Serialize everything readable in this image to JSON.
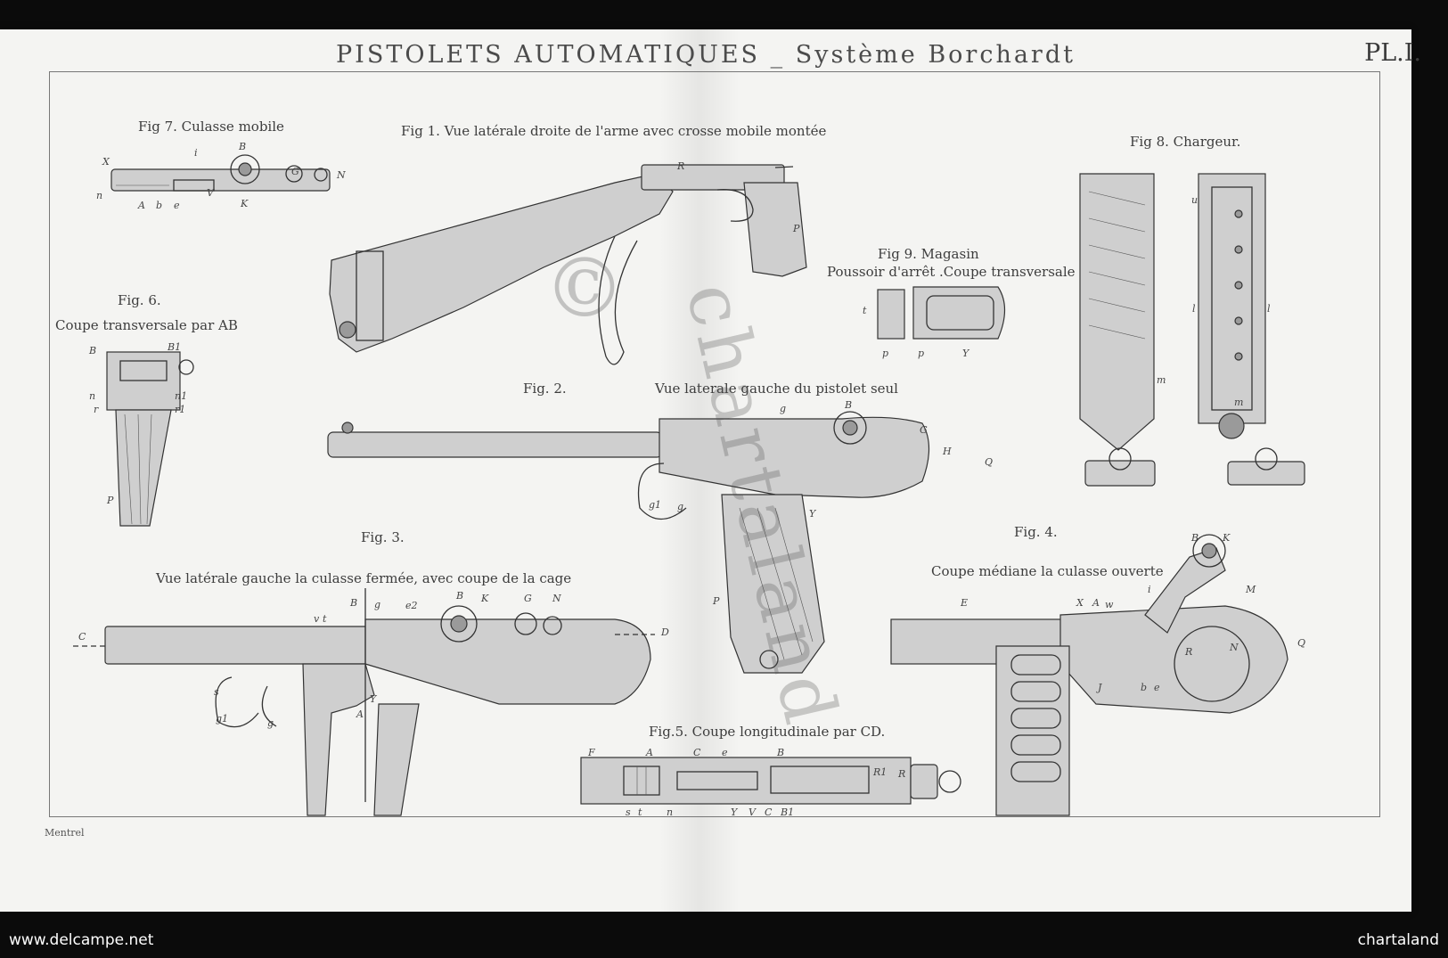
{
  "plate": {
    "title": "PISTOLETS AUTOMATIQUES _ Système Borchardt",
    "plate_number": "PL.I.",
    "signature": "Mentrel"
  },
  "figures": {
    "fig7": "Fig 7. Culasse mobile",
    "fig1": "Fig 1. Vue latérale droite de l'arme avec crosse mobile montée",
    "fig8": "Fig 8. Chargeur.",
    "fig9_title": "Fig 9. Magasin",
    "fig9_sub": "Poussoir d'arrêt .Coupe transversale",
    "fig6_title": "Fig. 6.",
    "fig6_sub": "Coupe transversale par AB",
    "fig2": "Fig. 2.",
    "fig2_caption": "Vue laterale gauche du pistolet seul",
    "fig3": "Fig. 3.",
    "fig3_caption": "Vue latérale gauche la culasse fermée, avec coupe de la cage",
    "fig4": "Fig. 4.",
    "fig4_caption": "Coupe médiane la culasse ouverte",
    "fig5": "Fig.5. Coupe longitudinale par CD."
  },
  "letters": {
    "fig7": [
      "X",
      "i",
      "B",
      "G",
      "N",
      "n",
      "A",
      "b",
      "e",
      "V",
      "K"
    ],
    "fig6": [
      "B",
      "B1",
      "n",
      "r",
      "n1",
      "r1",
      "P"
    ],
    "fig3": [
      "C",
      "B",
      "g",
      "v",
      "t",
      "e2",
      "B",
      "K",
      "G",
      "N",
      "D",
      "s",
      "g1",
      "g",
      "A",
      "Y"
    ],
    "fig4": [
      "B",
      "K",
      "E",
      "X",
      "A",
      "w",
      "i",
      "M",
      "R",
      "N",
      "Q",
      "J",
      "b",
      "e"
    ],
    "fig5": [
      "F",
      "A",
      "C",
      "e",
      "B",
      "R1",
      "R",
      "s",
      "t",
      "n",
      "Y",
      "V",
      "C",
      "B1"
    ],
    "fig1": [
      "R",
      "P"
    ],
    "fig2": [
      "g",
      "B",
      "G",
      "H",
      "Q",
      "g1",
      "g",
      "Y",
      "P"
    ],
    "fig8": [
      "u",
      "l",
      "l",
      "m",
      "m"
    ],
    "fig9": [
      "t",
      "p",
      "p",
      "Y"
    ]
  },
  "watermark": {
    "symbol": "©",
    "text": "chartaland"
  },
  "footer": {
    "left": "www.delcampe.net",
    "right": "chartaland"
  },
  "colors": {
    "paper": "#f4f4f2",
    "ink": "#333333",
    "background": "#0b0b0b"
  }
}
